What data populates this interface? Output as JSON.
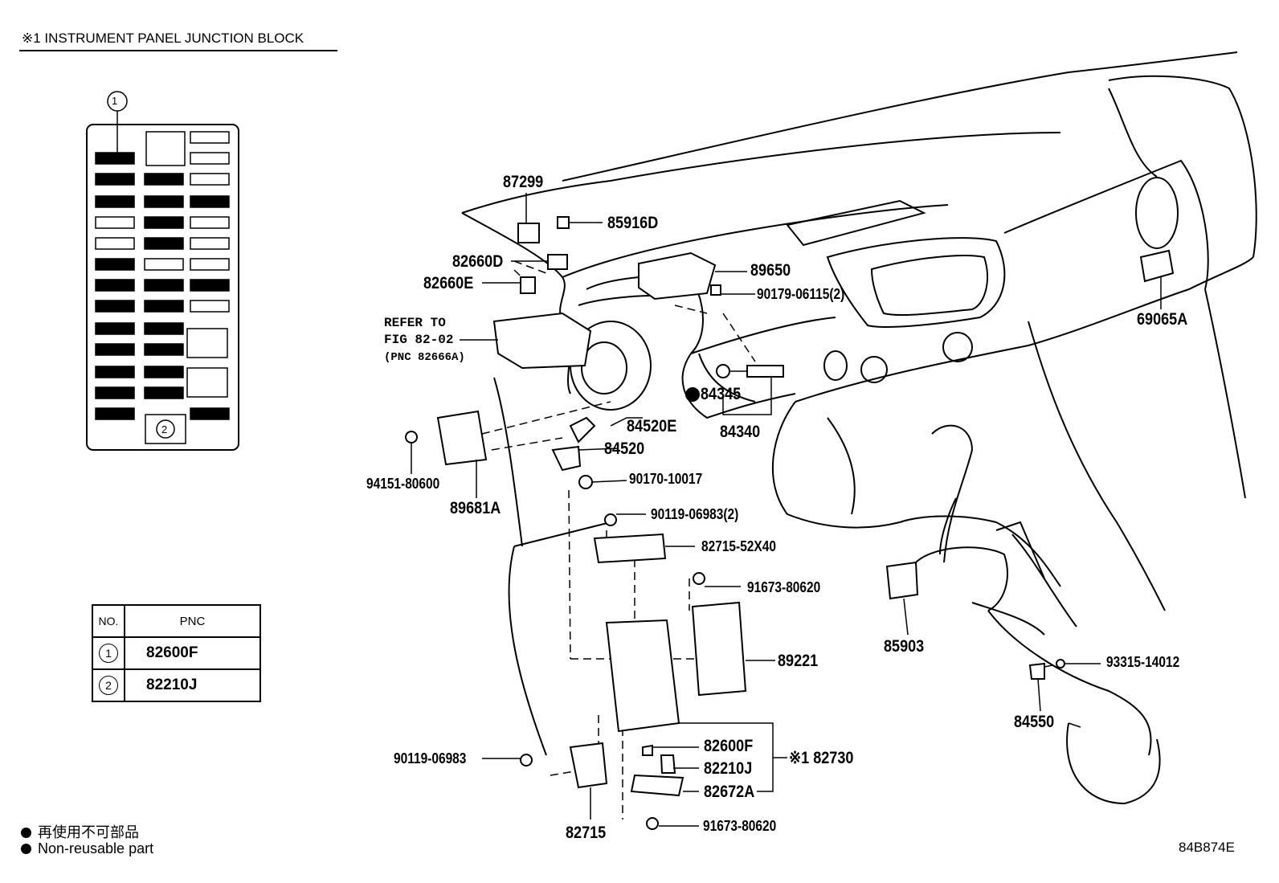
{
  "title": "※1 INSTRUMENT PANEL JUNCTION BLOCK",
  "fuse_block": {
    "callout_top": "1",
    "callout_bottom": "2"
  },
  "pnc_table": {
    "headers": [
      "NO.",
      "PNC"
    ],
    "rows": [
      {
        "no": "1",
        "pnc": "82600F"
      },
      {
        "no": "2",
        "pnc": "82210J"
      }
    ]
  },
  "parts": {
    "p87299": "87299",
    "p85916D": "85916D",
    "p82660D": "82660D",
    "p82660E": "82660E",
    "refer1": "REFER TO",
    "refer2": "FIG 82-02",
    "refer3": "(PNC 82666A)",
    "p89650": "89650",
    "p90179": "90179-06115(2)",
    "p69065A": "69065A",
    "p84345": "84345",
    "p84340": "84340",
    "p84520E": "84520E",
    "p84520": "84520",
    "p94151": "94151-80600",
    "p89681A": "89681A",
    "p90170": "90170-10017",
    "p90119_2": "90119-06983(2)",
    "p82715_52X40": "82715-52X40",
    "p91673a": "91673-80620",
    "p89221": "89221",
    "p85903": "85903",
    "p93315": "93315-14012",
    "p84550": "84550",
    "p82600F": "82600F",
    "p82210J": "82210J",
    "p82672A": "82672A",
    "p82730": "※1 82730",
    "p90119": "90119-06983",
    "p82715": "82715",
    "p91673b": "91673-80620"
  },
  "legend": {
    "jp": "再使用不可部品",
    "en": "Non-reusable part"
  },
  "figure_code": "84B874E"
}
